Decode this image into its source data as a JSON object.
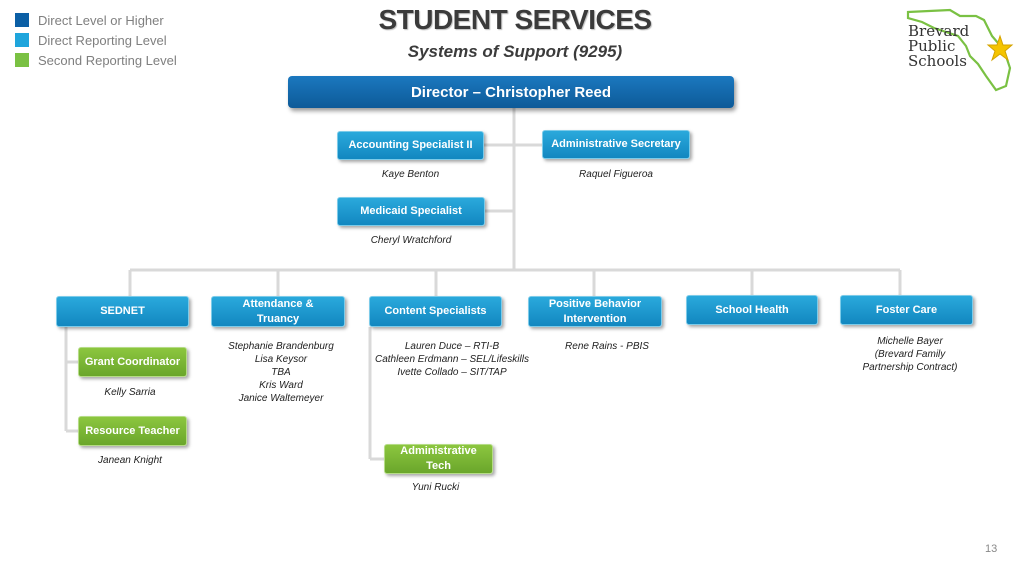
{
  "legend": [
    {
      "label": "Direct Level or Higher",
      "color": "#0b5fa5"
    },
    {
      "label": "Direct Reporting Level",
      "color": "#1fa5dc"
    },
    {
      "label": "Second Reporting Level",
      "color": "#7ac143"
    }
  ],
  "title": "STUDENT SERVICES",
  "subtitle": "Systems of Support (9295)",
  "logo": {
    "lines": [
      "Brevard",
      "Public",
      "Schools"
    ],
    "icon": "florida-star-logo"
  },
  "director": "Director – Christopher Reed",
  "units": {
    "accounting": {
      "title": "Accounting Specialist II",
      "names": [
        "Kaye Benton"
      ]
    },
    "admin_secretary": {
      "title": "Administrative Secretary",
      "names": [
        "Raquel Figueroa"
      ]
    },
    "medicaid": {
      "title": "Medicaid Specialist",
      "names": [
        "Cheryl Wratchford"
      ]
    },
    "sednet": {
      "title": "SEDNET",
      "names": []
    },
    "grant": {
      "title": "Grant Coordinator",
      "names": [
        "Kelly Sarria"
      ]
    },
    "resource": {
      "title": "Resource Teacher",
      "names": [
        "Janean Knight"
      ]
    },
    "attendance": {
      "title": "Attendance & Truancy",
      "names": [
        "Stephanie Brandenburg",
        "Lisa Keysor",
        "TBA",
        "Kris Ward",
        "Janice Waltemeyer"
      ]
    },
    "content": {
      "title": "Content Specialists",
      "names": [
        "Lauren Duce – RTI-B",
        "Cathleen Erdmann – SEL/Lifeskills",
        "Ivette Collado – SIT/TAP"
      ]
    },
    "admin_tech": {
      "title": "Administrative Tech",
      "names": [
        "Yuni Rucki"
      ]
    },
    "pbis": {
      "title": "Positive Behavior Intervention",
      "names": [
        "Rene Rains - PBIS"
      ]
    },
    "school_health": {
      "title": "School Health",
      "names": []
    },
    "foster": {
      "title": "Foster Care",
      "names": [
        "Michelle Bayer",
        "(Brevard Family",
        "Partnership Contract)"
      ]
    }
  },
  "page_number": "13"
}
